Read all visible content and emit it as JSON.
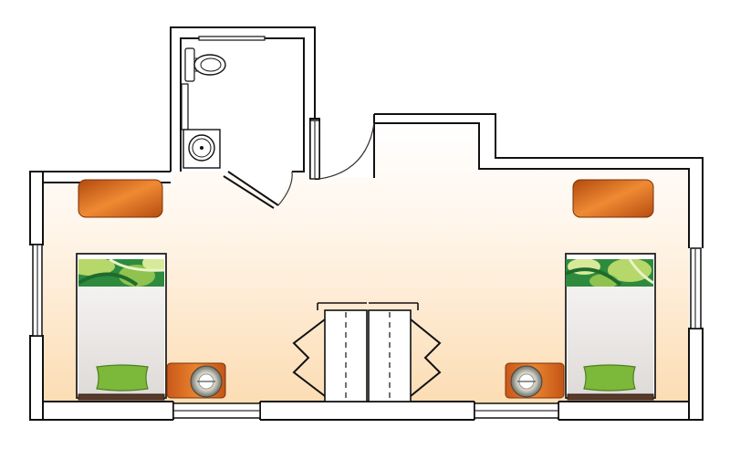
{
  "floor_plan": {
    "rooms": [
      {
        "name": "bedroom",
        "fixtures": [
          "bed",
          "bed",
          "dresser",
          "dresser",
          "nightstand-lamp",
          "nightstand-lamp",
          "wardrobe",
          "wardrobe",
          "window",
          "window",
          "window",
          "window"
        ]
      },
      {
        "name": "bathroom",
        "fixtures": [
          "toilet",
          "sink",
          "door"
        ]
      }
    ],
    "colors": {
      "floor_top": "#ffffff",
      "floor_bottom": "#fde0b8",
      "wood_light": "#e77e2b",
      "wood_dark": "#b94e10",
      "blanket": "#ece8e6",
      "pillow": "#7eb83a",
      "pattern_green": "#2f8a3c",
      "pattern_lime": "#b7d86a",
      "wall": "#111111"
    }
  }
}
